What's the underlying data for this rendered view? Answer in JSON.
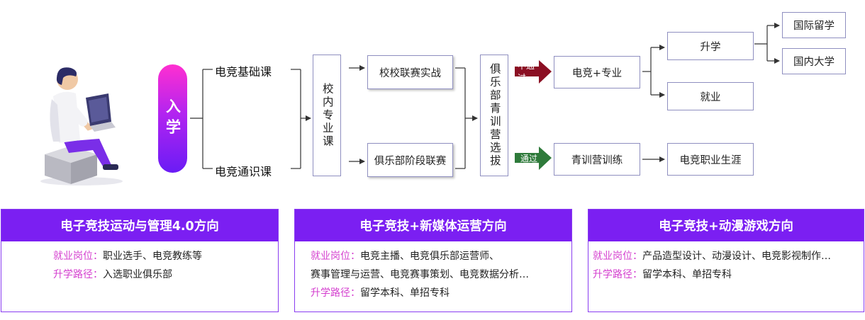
{
  "entry": "入学",
  "courses": {
    "basic": "电竞基础课",
    "general": "电竞通识课"
  },
  "school_course": "校内专业课",
  "match_boxes": {
    "school_league": "校校联赛实战",
    "club_league": "俱乐部阶段联赛"
  },
  "club_selection": "俱乐部青训营选拔",
  "tags": {
    "fail": "不通过",
    "pass": "通过"
  },
  "fail_path": {
    "major": "电竞+专业",
    "further_study": "升学",
    "employment": "就业",
    "study_abroad": "国际留学",
    "domestic_university": "国内大学"
  },
  "pass_path": {
    "training": "青训营训练",
    "career": "电竞职业生涯"
  },
  "colors": {
    "brand_purple": "#7b1ff2",
    "label_pink": "#d43fcf",
    "fail_red": "#8b0f23",
    "pass_green": "#2e7a3a"
  },
  "illustration": "person-at-laptop",
  "cards": [
    {
      "title": "电子竞技运动与管理4.0方向",
      "lines": [
        {
          "label": "就业岗位：",
          "text": "职业选手、电竞教练等"
        },
        {
          "label": "升学路径：",
          "text": "入选职业俱乐部"
        }
      ]
    },
    {
      "title": "电子竞技+新媒体运营方向",
      "lines": [
        {
          "label": "就业岗位：",
          "text": "电竞主播、电竞俱乐部运营师、"
        },
        {
          "label": "",
          "text": "赛事管理与运营、电竞赛事策划、电竞数据分析…"
        },
        {
          "label": "升学路径：",
          "text": "留学本科、单招专科"
        }
      ]
    },
    {
      "title": "电子竞技+动漫游戏方向",
      "lines": [
        {
          "label": "就业岗位：",
          "text": "产品造型设计、动漫设计、电竞影视制作…"
        },
        {
          "label": "升学路径：",
          "text": "留学本科、单招专科"
        }
      ]
    }
  ]
}
